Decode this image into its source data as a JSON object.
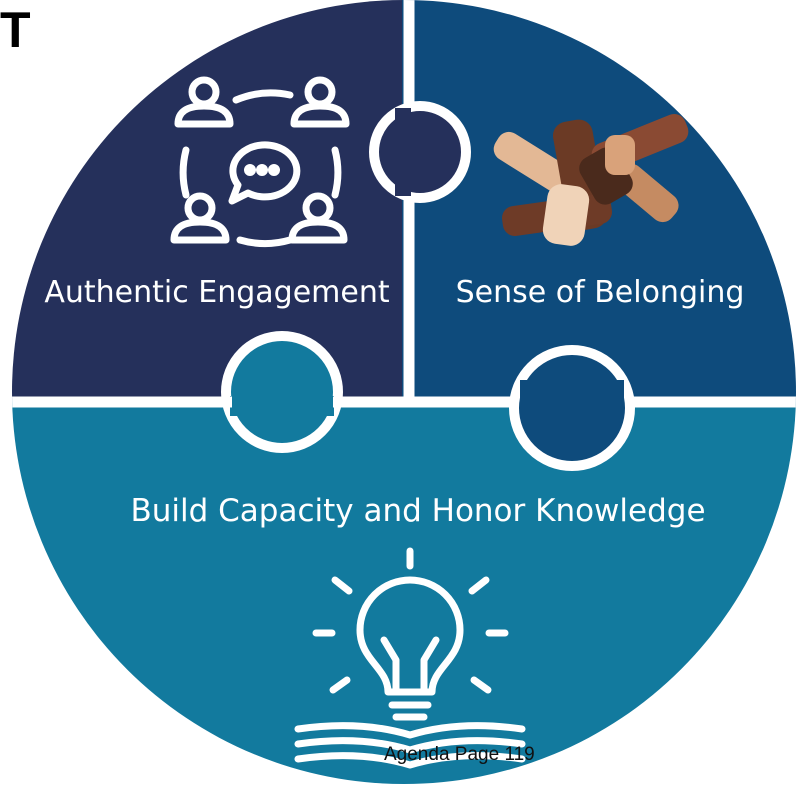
{
  "corner_text": "T",
  "footer_text": "Agenda Page 119",
  "pieces": {
    "authentic_engagement": {
      "label": "Authentic Engagement",
      "color": "#25305b",
      "icon": "people-circle-chat-icon"
    },
    "sense_of_belonging": {
      "label": "Sense of Belonging",
      "color": "#0e4b7c",
      "icon": "stacked-hands-icon"
    },
    "build_capacity": {
      "label": "Build Capacity and Honor Knowledge",
      "color": "#127a9e",
      "icon": "lightbulb-book-icon"
    }
  },
  "colors": {
    "background": "#ffffff",
    "icon": "#ffffff",
    "divider": "#ffffff"
  }
}
